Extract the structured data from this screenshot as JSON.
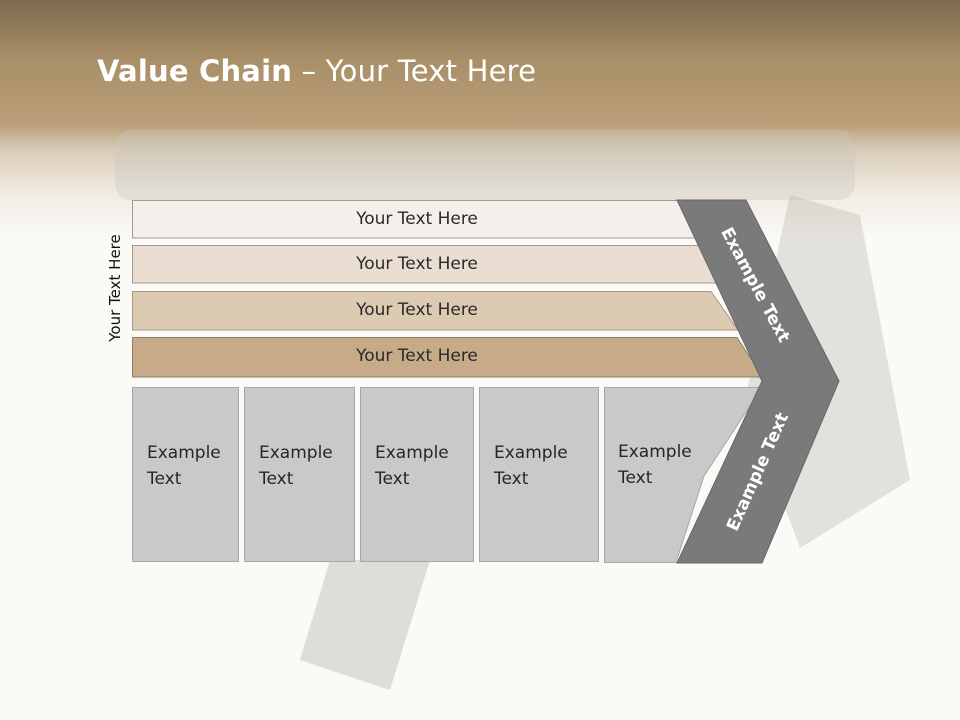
{
  "title": {
    "bold": "Value Chain",
    "rest": " – Your Text Here"
  },
  "side_label": "Your Text Here",
  "bands": [
    {
      "label": "Your Text Here",
      "fill": "#f3f0eb"
    },
    {
      "label": "Your Text Here",
      "fill": "#e8ddd0"
    },
    {
      "label": "Your Text Here",
      "fill": "#dccab2"
    },
    {
      "label": "Your Text Here",
      "fill": "#c7ab88"
    }
  ],
  "boxes": [
    {
      "label": "Example\nText"
    },
    {
      "label": "Example\nText"
    },
    {
      "label": "Example\nText"
    },
    {
      "label": "Example\nText"
    },
    {
      "label": "Example\nText"
    }
  ],
  "chevron": {
    "upper_label": "Example Text",
    "lower_label": "Example Text",
    "fill": "#7a7a7a"
  }
}
